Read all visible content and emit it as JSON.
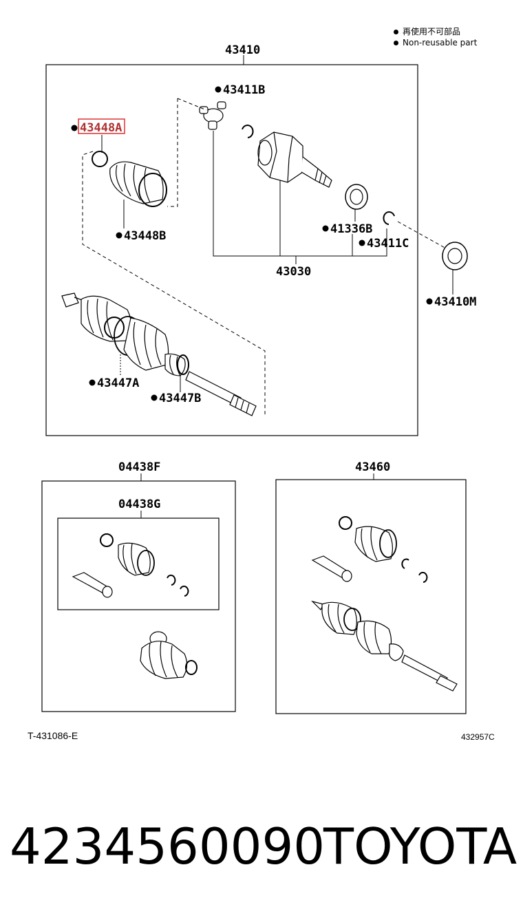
{
  "legend": {
    "line1": "再使用不可部品",
    "line2": "Non-reusable part"
  },
  "main_assembly": {
    "label": "43410",
    "parts": {
      "p43411B": "43411B",
      "p43448A": "43448A",
      "p43448B": "43448B",
      "p41336B": "41336B",
      "p43411C": "43411C",
      "p43030": "43030",
      "p43410M": "43410M",
      "p43447A": "43447A",
      "p43447B": "43447B"
    },
    "highlight_color": "#e03030"
  },
  "kit_left": {
    "label": "04438F",
    "inner_label": "04438G"
  },
  "kit_right": {
    "label": "43460"
  },
  "codes": {
    "left": "T-431086-E",
    "right": "432957C"
  },
  "footer": {
    "part_number": "4234560090",
    "brand": "TOYOTA"
  }
}
